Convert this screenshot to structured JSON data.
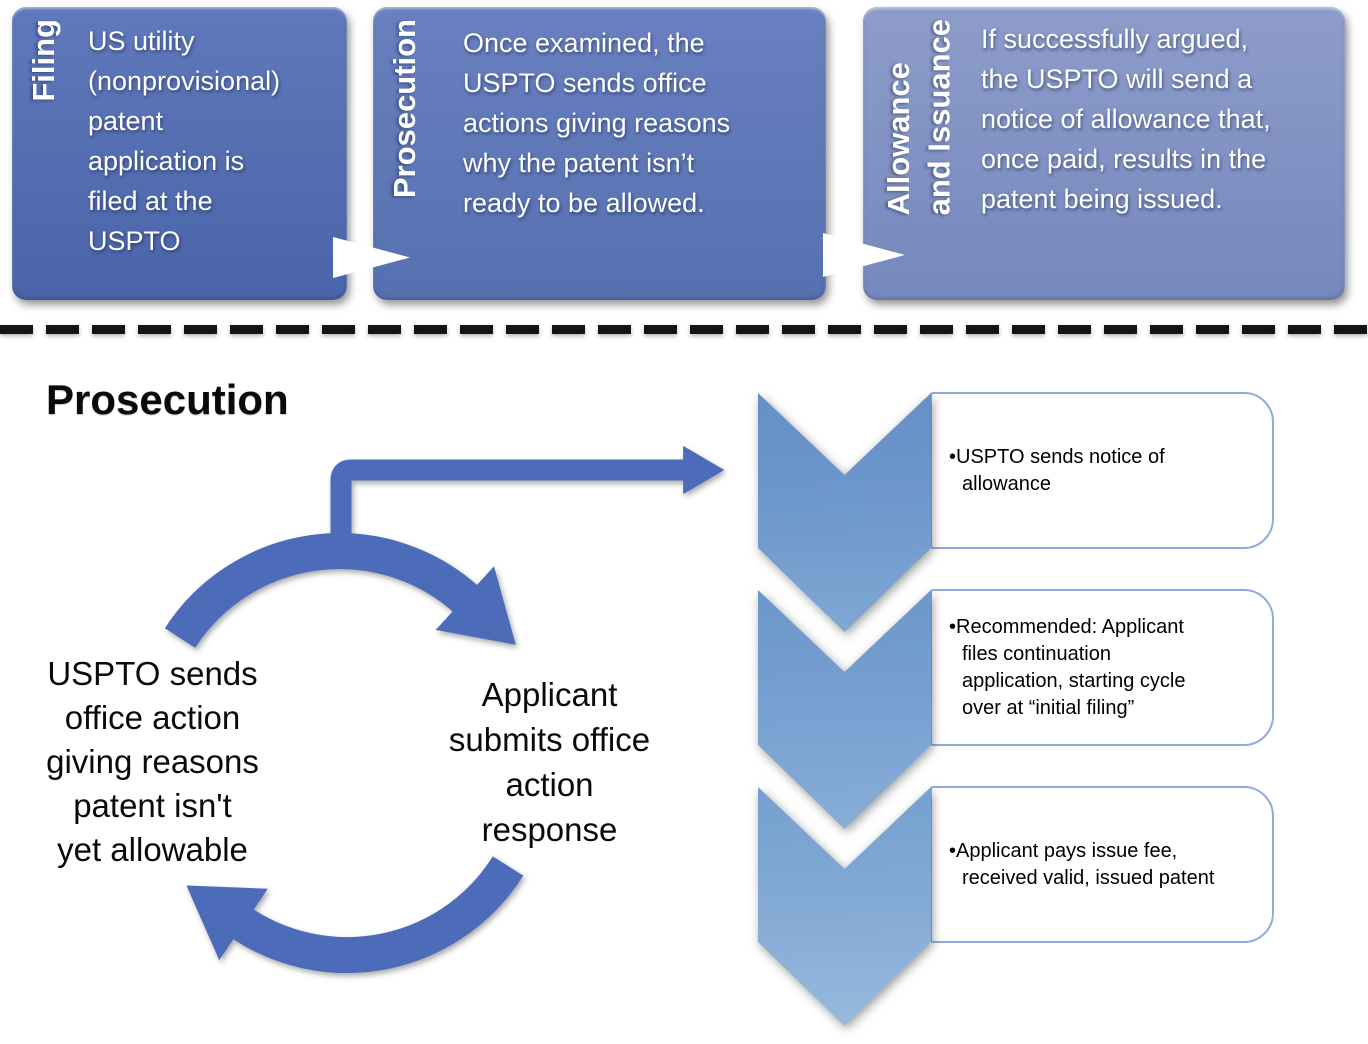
{
  "stages": [
    {
      "label": "Filing",
      "text": "US utility\n(nonprovisional)\npatent\napplication is\nfiled at the\nUSPTO"
    },
    {
      "label": "Prosecution",
      "text": "Once examined, the\nUSPTO sends office\nactions giving reasons\nwhy the patent isn’t\nready to be allowed."
    },
    {
      "label": "Allowance\nand Issuance",
      "text": "If successfully argued,\nthe USPTO will send a\nnotice of allowance that,\nonce paid, results in the\npatent being issued."
    }
  ],
  "section": {
    "title": "Prosecution",
    "cycle": [
      {
        "text": "USPTO sends\noffice action\ngiving reasons\npatent isn't\nyet allowable"
      },
      {
        "text": "Applicant\nsubmits office\naction\nresponse"
      }
    ],
    "outcomes": [
      {
        "text": "•USPTO sends notice of\nallowance"
      },
      {
        "text": "•Recommended: Applicant\nfiles continuation\napplication, starting cycle\nover at “initial filing”"
      },
      {
        "text": "•Applicant pays issue fee,\nreceived valid, issued patent"
      }
    ]
  },
  "colors": {
    "stage1-top": "#6079bc",
    "stage1-bottom": "#4a64a9",
    "stage2-top": "#6a80c0",
    "stage2-bottom": "#5570b0",
    "stage3-top": "#8d9cca",
    "stage3-bottom": "#7588bd",
    "arrow-blue": "#4c6cba",
    "outcome-border": "#8faadc",
    "divider": "#141414",
    "text-dark": "#0a0a0a"
  }
}
